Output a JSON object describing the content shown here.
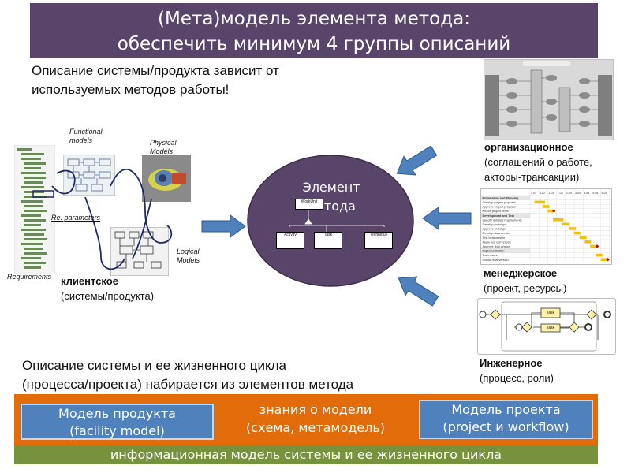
{
  "title": {
    "line1": "(Мета)модель элемента метода:",
    "line2": "обеспечить минимум 4 группы описаний"
  },
  "intro": {
    "line1": "Описание системы/продукта  зависит от",
    "line2": "используемых методов работы!"
  },
  "client_diagram": {
    "functional_models": [
      "Functional",
      "models"
    ],
    "physical_models": [
      "Physical",
      "Models"
    ],
    "re_parameters": "Re. parameters",
    "logical_models": [
      "Logical",
      "Models"
    ],
    "requirements": "Requirements"
  },
  "groups": {
    "client": {
      "name": "клиентское",
      "desc": "(системы/продукта)"
    },
    "organizational": {
      "name": "организационное",
      "desc1": "(соглашений о работе,",
      "desc2": "акторы-трансакции)"
    },
    "management": {
      "name": "менеджерское",
      "desc": "(проект, ресурсы)"
    },
    "engineering": {
      "name": "Инженерное",
      "desc": "(процесс, роли)"
    }
  },
  "center": {
    "label1": "Элемент",
    "label2": "метода",
    "uml": {
      "root": "WorkUnit",
      "children": [
        "Activity",
        "Task",
        "Technique"
      ]
    }
  },
  "gantt": {
    "headers": [
      "1.01",
      "1.02",
      "1.03",
      "1.04",
      "2.04",
      "3.04",
      "4.04",
      "5.04",
      "6.04"
    ],
    "rows": [
      "Preparation and Planning",
      "Develop project proposal",
      "Approve project proposal",
      "Kickoff project team",
      "Development and Test",
      "Specify detailed requirements",
      "Develop prototype",
      "Approve prototype",
      "Develop data version",
      "Test beta version",
      "Apply test corrections",
      "Approve final version",
      "Implementation",
      "Train users",
      "Rollout final version"
    ]
  },
  "bpmn": {
    "task_top": "Task",
    "task_bottom": "Task"
  },
  "summary": {
    "line1": "Описание системы и ее жизненного цикла",
    "line2": "(процесса/проекта) набирается из элементов метода"
  },
  "bottom": {
    "product_model": [
      "Модель продукта",
      "(facility model)"
    ],
    "knowledge": [
      "знания о модели",
      "(схема, метамодель)"
    ],
    "project_model": [
      "Модель проекта",
      "(project и workflow)"
    ],
    "info_model": "информационная модель системы и ее жизненного цикла"
  },
  "colors": {
    "title_bg": "#584569",
    "ellipse": "#584569",
    "arrow": "#4f81bd",
    "orange": "#e36c0a",
    "green": "#76923c",
    "blue_box": "#4f81bd"
  }
}
